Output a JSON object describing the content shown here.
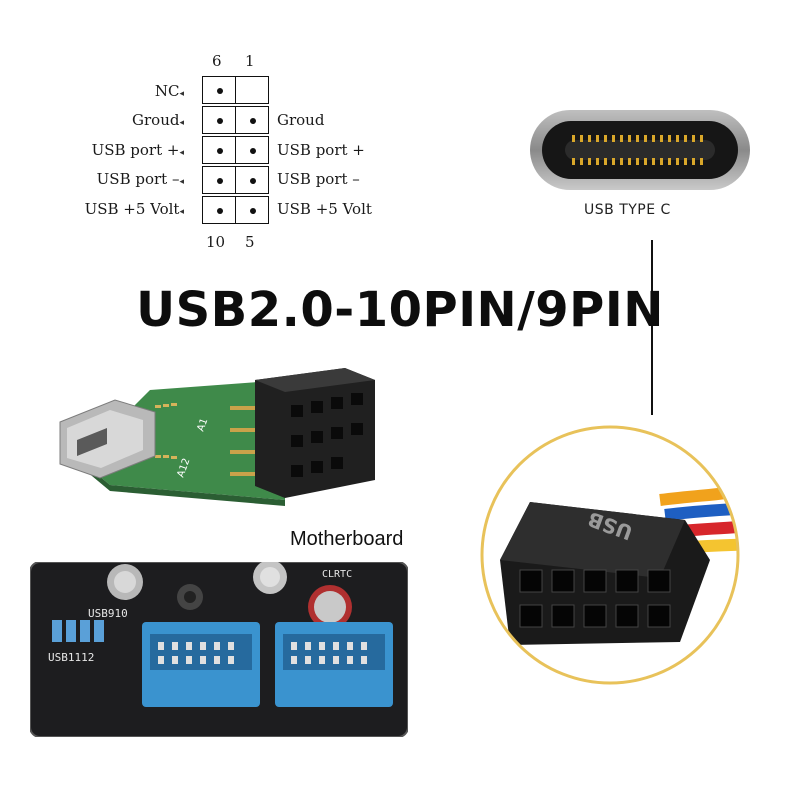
{
  "pinout": {
    "top_numbers": [
      "6",
      "1"
    ],
    "bottom_numbers": [
      "10",
      "5"
    ],
    "left_labels": [
      "NC",
      "Groud",
      "USB port +",
      "USB port –",
      "USB +5 Volt"
    ],
    "right_labels": [
      "Groud",
      "USB port +",
      "USB port –",
      "USB +5 Volt"
    ]
  },
  "usbc": {
    "label": "USB TYPE C"
  },
  "headline": "USB2.0-10PIN/9PIN",
  "motherboard_caption": "Motherboard",
  "adapter_board_text": [
    "A1",
    "A12"
  ],
  "motherboard_silkscreen": [
    "USB910",
    "USB1112",
    "CLRTC"
  ],
  "connector_text": "USB",
  "colors": {
    "motherboard_header": "#3a93cf",
    "connector_ring": "#e8c25a",
    "pcb": "#3f8a4a",
    "wire_colors": [
      "#f1a21c",
      "#1e5fc2",
      "#d7262b",
      "#f4c430"
    ]
  }
}
